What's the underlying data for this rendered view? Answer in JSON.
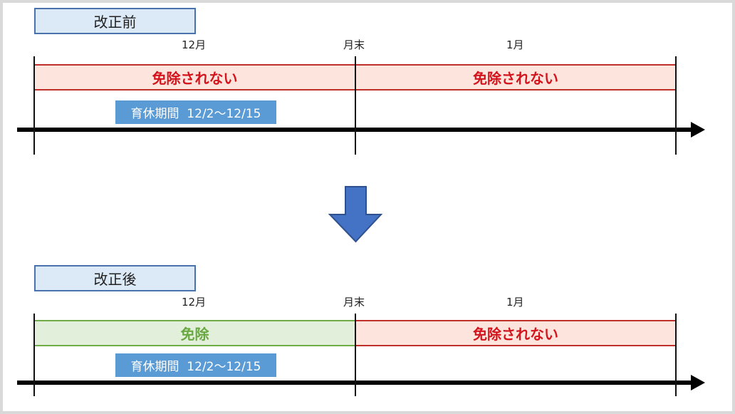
{
  "colors": {
    "title_box_fill": "#dce9f6",
    "title_box_border": "#4a72ad",
    "not_exempt_fill": "#fde4dc",
    "not_exempt_border": "#c0302b",
    "not_exempt_text": "#d4141c",
    "exempt_fill": "#e2efda",
    "exempt_border": "#70ad47",
    "exempt_text": "#6aa842",
    "leave_box_fill": "#5b9bd5",
    "transition_arrow": "#4472c4"
  },
  "before": {
    "title": "改正前",
    "labels": {
      "month1": "12月",
      "month_end": "月末",
      "month2": "1月"
    },
    "bands": [
      {
        "label": "免除されない",
        "status": "not_exempt"
      },
      {
        "label": "免除されない",
        "status": "not_exempt"
      }
    ],
    "leave_period": "育休期間  12/2～12/15"
  },
  "transition_arrow": {
    "icon": "down-arrow-icon"
  },
  "after": {
    "title": "改正後",
    "labels": {
      "month1": "12月",
      "month_end": "月末",
      "month2": "1月"
    },
    "bands": [
      {
        "label": "免除",
        "status": "exempt"
      },
      {
        "label": "免除されない",
        "status": "not_exempt"
      }
    ],
    "leave_period": "育休期間  12/2～12/15"
  }
}
